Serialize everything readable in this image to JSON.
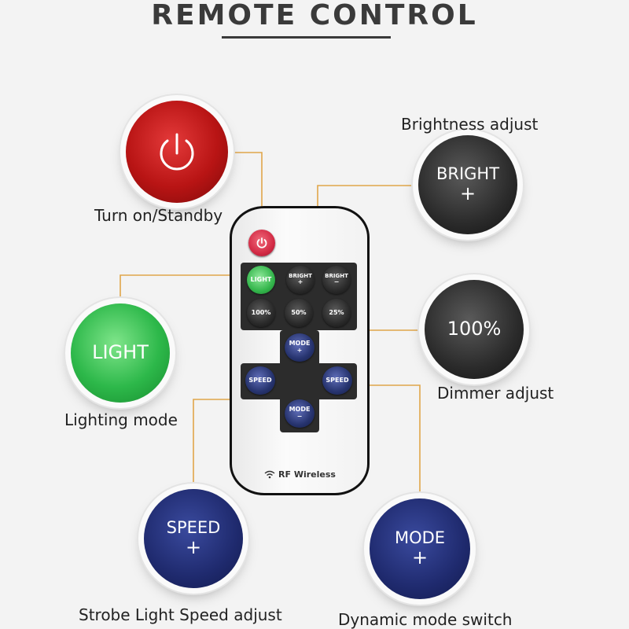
{
  "title": "REMOTE CONTROL",
  "labels": {
    "power": "Turn on/Standby",
    "brightness": "Brightness adjust",
    "lighting": "Lighting mode",
    "dimmer": "Dimmer adjust",
    "speed": "Strobe Light Speed adjust",
    "mode": "Dynamic mode switch"
  },
  "big_buttons": {
    "bright": {
      "line1": "BRIGHT",
      "line2": "+"
    },
    "light": {
      "line1": "LIGHT"
    },
    "dimmer": {
      "line1": "100%"
    },
    "speed": {
      "line1": "SPEED",
      "line2": "+"
    },
    "mode": {
      "line1": "MODE",
      "line2": "+"
    }
  },
  "remote": {
    "light": "LIGHT",
    "bright_plus": {
      "line1": "BRIGHT",
      "line2": "+"
    },
    "bright_minus": {
      "line1": "BRIGHT",
      "line2": "−"
    },
    "pct100": "100%",
    "pct50": "50%",
    "pct25": "25%",
    "mode_plus": {
      "line1": "MODE",
      "line2": "+"
    },
    "mode_minus": {
      "line1": "MODE",
      "line2": "−"
    },
    "speed_left": "SPEED",
    "speed_right": "SPEED",
    "rf_label": "RF Wireless"
  },
  "colors": {
    "power": "#c01818",
    "light": "#2db84a",
    "dark": "#2b2b2b",
    "blue": "#1f2a6e",
    "leader": "#e0a64a"
  },
  "icons": [
    "power-icon",
    "wifi-icon"
  ]
}
